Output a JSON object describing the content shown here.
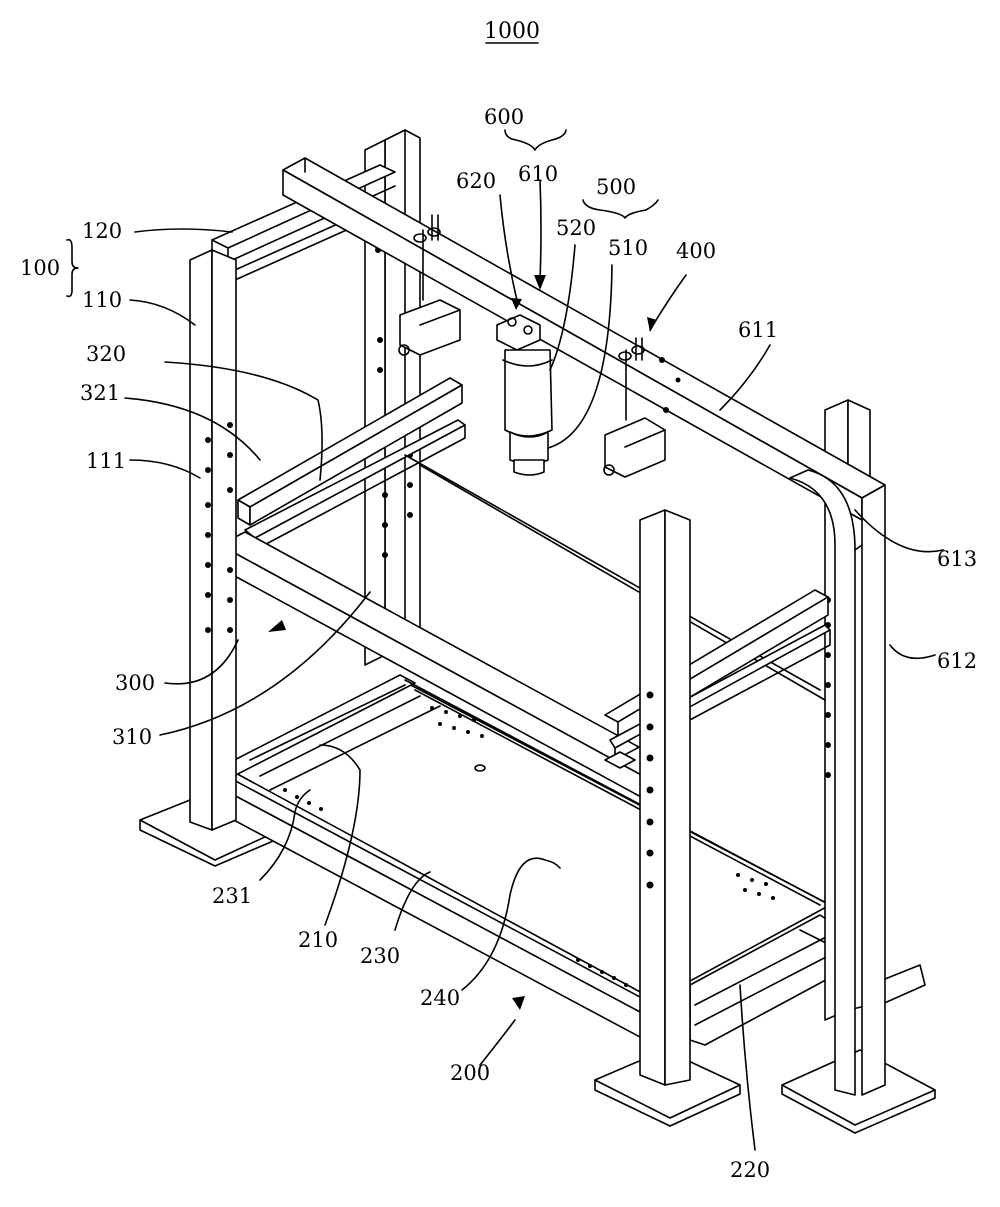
{
  "figure": {
    "title": "1000",
    "labels": {
      "l100": "100",
      "l110": "110",
      "l111": "111",
      "l120": "120",
      "l200": "200",
      "l210": "210",
      "l220": "220",
      "l230": "230",
      "l231": "231",
      "l240": "240",
      "l300": "300",
      "l310": "310",
      "l320": "320",
      "l321": "321",
      "l400": "400",
      "l500": "500",
      "l510": "510",
      "l520": "520",
      "l600": "600",
      "l610": "610",
      "l611": "611",
      "l612": "612",
      "l613": "613",
      "l620": "620"
    }
  }
}
